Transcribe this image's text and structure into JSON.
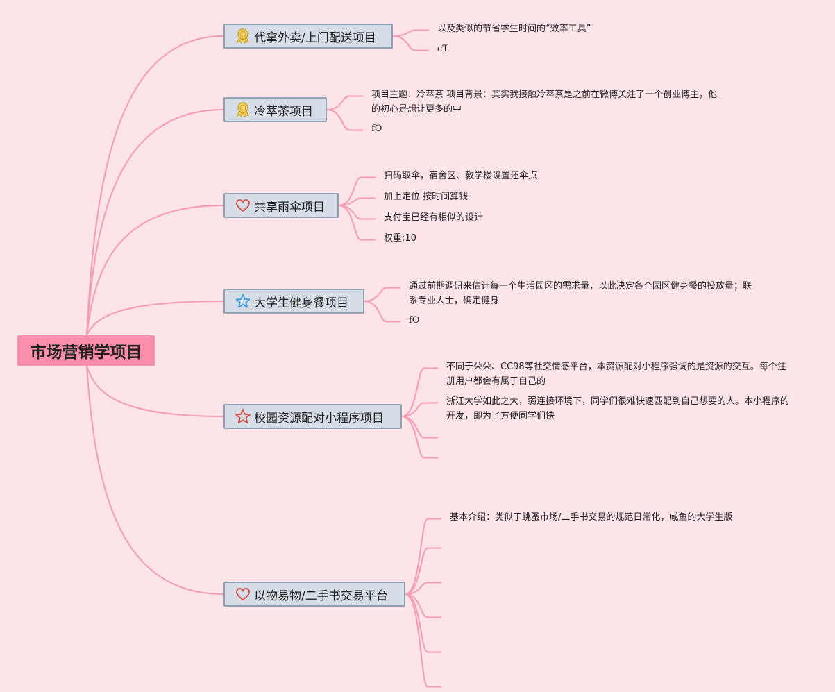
{
  "title": "市场营销学项目",
  "colors": {
    "background": "#fde4e9",
    "root": "#fb8fab",
    "topic_fill": "#d5dee6",
    "topic_border": "#8fa2b3",
    "connector": "#f59ab3"
  },
  "topics": [
    {
      "label": "代拿外卖/上门配送项目",
      "icon": "award-ribbon-icon",
      "leaves": [
        "以及类似的节省学生时间的“效率工具”",
        "cT"
      ]
    },
    {
      "label": "冷萃茶项目",
      "icon": "award-ribbon-icon",
      "leaves": [
        "项目主题：冷萃茶 项目背景：其实我接触冷萃茶是之前在微博关注了一个创业博主，他的初心是想让更多的中",
        "fO"
      ]
    },
    {
      "label": "共享雨伞项目",
      "icon": "heart-icon",
      "leaves": [
        "扫码取伞，宿舍区、教学楼设置还伞点",
        "加上定位 按时间算钱",
        "支付宝已经有相似的设计",
        "权重:10"
      ]
    },
    {
      "label": "大学生健身餐项目",
      "icon": "star-blue-icon",
      "leaves": [
        "通过前期调研来估计每一个生活园区的需求量，以此决定各个园区健身餐的投放量；联系专业人士，确定健身",
        "fO"
      ]
    },
    {
      "label": "校园资源配对小程序项目",
      "icon": "star-red-icon",
      "leaves": [
        "不同于朵朵、CC98等社交情感平台，本资源配对小程序强调的是资源的交互。每个注册用户都会有属于自己的",
        "浙江大学如此之大，弱连接环境下，同学们很难快速匹配到自己想要的人。本小程序的开发，即为了方便同学们快",
        "",
        ""
      ]
    },
    {
      "label": "以物易物/二手书交易平台",
      "icon": "heart-icon",
      "leaves": [
        "基本介绍：类似于跳蚤市场/二手书交易的规范日常化，咸鱼的大学生版",
        "",
        "",
        "",
        "",
        ""
      ]
    }
  ]
}
